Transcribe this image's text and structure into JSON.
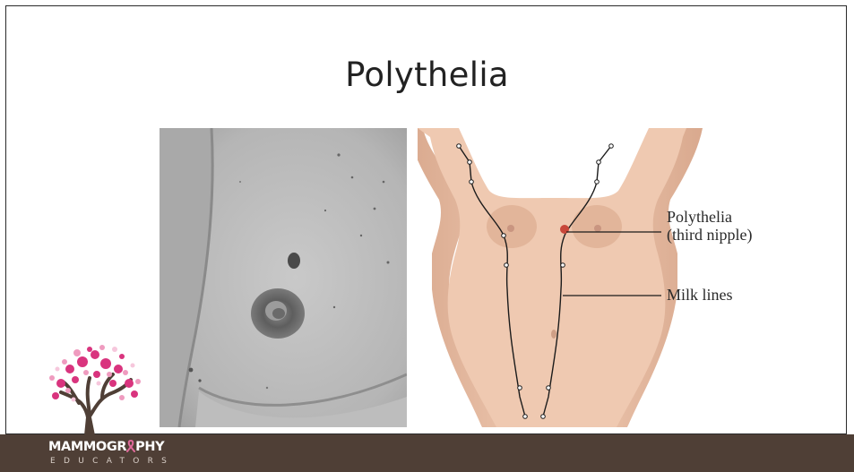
{
  "slide": {
    "title": "Polythelia"
  },
  "diagram": {
    "label_polythelia": "Polythelia",
    "label_third_nipple": "(third nipple)",
    "label_milk_lines": "Milk lines"
  },
  "brand": {
    "name": "MAMMOGR\u0001PHY",
    "name_before": "MAMMOGR",
    "name_after": "PHY",
    "subtitle": "EDUCATORS",
    "ribbon_color": "#e0699a"
  },
  "colors": {
    "footer": "#4f3f36",
    "skin": "#e8bfa6",
    "nipple_marker": "#c8473a"
  }
}
